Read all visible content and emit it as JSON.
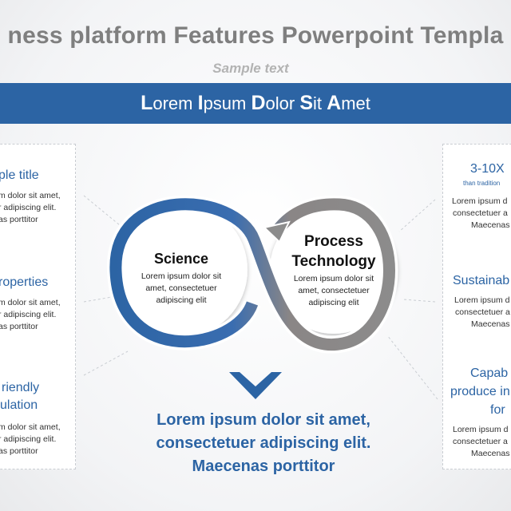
{
  "header": {
    "title": "ness platform Features Powerpoint Templa",
    "subtitle": "Sample text",
    "banner": "Lorem Ipsum Dolor Sit Amet"
  },
  "left_panel": {
    "items": [
      {
        "title": "ple title",
        "lines": [
          "m dolor sit amet,",
          "r adipiscing elit.",
          "as porttitor"
        ]
      },
      {
        "title": "roperties",
        "lines": [
          "m dolor sit amet,",
          "r adipiscing elit.",
          "as porttitor"
        ]
      },
      {
        "title_lines": [
          "riendly",
          "ulation"
        ],
        "lines": [
          "m dolor sit amet,",
          "r adipiscing elit.",
          "as porttitor"
        ]
      }
    ]
  },
  "right_panel": {
    "items": [
      {
        "title": "3-10X",
        "subtext": "than tradition",
        "lines": [
          "Lorem ipsum d",
          "consectetuer a",
          "Maecenas"
        ]
      },
      {
        "title": "Sustainab",
        "lines": [
          "Lorem ipsum d",
          "consectetuer a",
          "Maecenas"
        ]
      },
      {
        "title_lines": [
          "Capab",
          "produce in",
          "for"
        ],
        "lines": [
          "Lorem ipsum d",
          "consectetuer a",
          "Maecenas"
        ]
      }
    ]
  },
  "loop": {
    "science": {
      "title": "Science",
      "lines": [
        "Lorem ipsum dolor sit",
        "amet, consectetuer",
        "adipiscing elit"
      ]
    },
    "process": {
      "title_lines": [
        "Process",
        "Technology"
      ],
      "lines": [
        "Lorem ipsum dolor sit",
        "amet, consectetuer",
        "adipiscing elit"
      ]
    }
  },
  "summary": {
    "lines": [
      "Lorem ipsum dolor sit amet,",
      "consectetuer adipiscing elit.",
      "Maecenas porttitor"
    ]
  },
  "colors": {
    "accent": "#2c64a4",
    "loop_gray": "#8c8c8c",
    "title_gray": "#7f7f7f"
  },
  "icons": {
    "chevron": "chevron-down-icon",
    "arrowhead": "arrowhead-icon"
  }
}
